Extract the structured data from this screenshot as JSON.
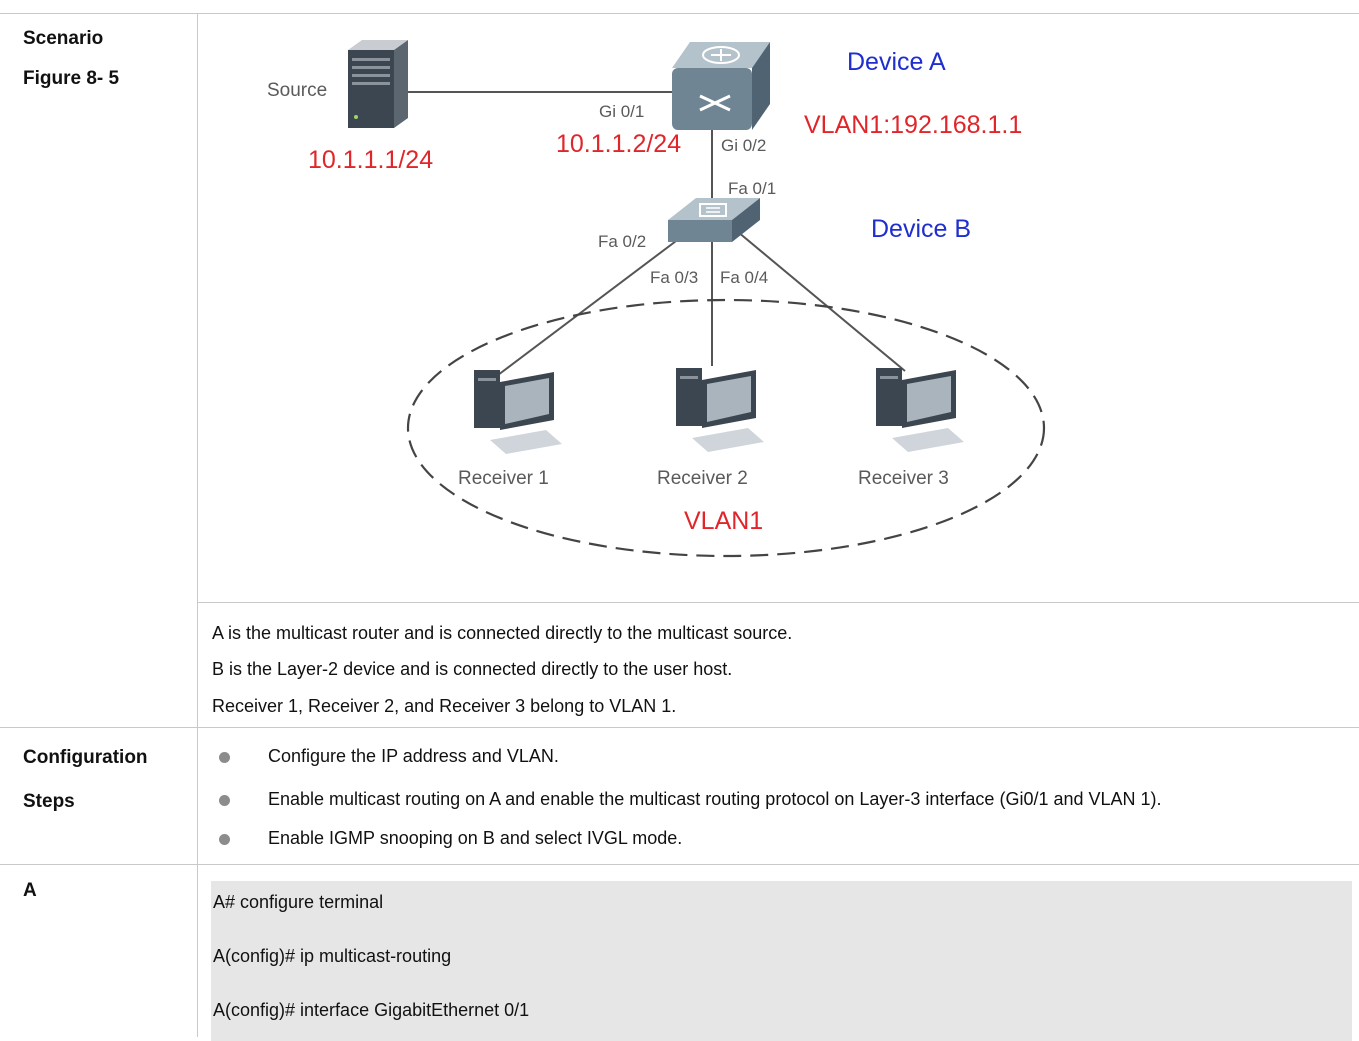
{
  "scenario": {
    "label_line1": "Scenario",
    "label_line2": "Figure 8- 5"
  },
  "diagram": {
    "source_label": "Source",
    "source_ip": "10.1.1.1/24",
    "device_a_label": "Device A",
    "device_a_vlan_ip": "VLAN1:192.168.1.1",
    "device_a_ip": "10.1.1.2/24",
    "port_gi01": "Gi 0/1",
    "port_gi02": "Gi 0/2",
    "port_fa01": "Fa 0/1",
    "port_fa02": "Fa 0/2",
    "port_fa03": "Fa 0/3",
    "port_fa04": "Fa 0/4",
    "device_b_label": "Device B",
    "receiver1": "Receiver 1",
    "receiver2": "Receiver 2",
    "receiver3": "Receiver 3",
    "vlan_label": "VLAN1",
    "colors": {
      "ip_red": "#e0262a",
      "device_blue": "#1f2ecf",
      "port_gray": "#5a5a5a"
    }
  },
  "description": {
    "line1": "A is the multicast router and is connected directly to the multicast source.",
    "line2": "B is the Layer-2 device and is connected directly to the user host.",
    "line3": "Receiver 1, Receiver 2, and Receiver 3 belong to VLAN 1."
  },
  "configuration": {
    "label_line1": "Configuration",
    "label_line2": "Steps",
    "steps": [
      "Configure the IP address and VLAN.",
      "Enable multicast routing on A and enable the multicast routing protocol on Layer-3 interface (Gi0/1 and VLAN 1).",
      "Enable IGMP snooping on B and select IVGL mode."
    ]
  },
  "device_a_config": {
    "label": "A",
    "commands": [
      "A# configure terminal",
      "A(config)# ip multicast-routing",
      "A(config)# interface GigabitEthernet 0/1"
    ]
  }
}
